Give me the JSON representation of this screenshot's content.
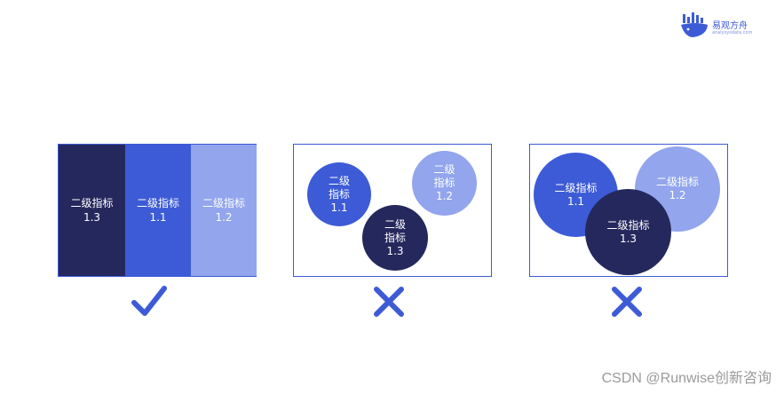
{
  "logo": {
    "name": "易观方舟",
    "subtitle": "analysysdata.com"
  },
  "colors": {
    "dark": "#25285c",
    "mid": "#3d5bd6",
    "light": "#92a5ed",
    "mark": "#3d5bd6"
  },
  "panel_good": {
    "strips": [
      {
        "line1": "二级指标",
        "line2": "1.3"
      },
      {
        "line1": "二级指标",
        "line2": "1.1"
      },
      {
        "line1": "二级指标",
        "line2": "1.2"
      }
    ],
    "verdict": "check-icon"
  },
  "panel_bad_separate": {
    "bubbles": [
      {
        "line1": "二级",
        "line2": "指标",
        "line3": "1.1"
      },
      {
        "line1": "二级",
        "line2": "指标",
        "line3": "1.2"
      },
      {
        "line1": "二级",
        "line2": "指标",
        "line3": "1.3"
      }
    ],
    "verdict": "cross-icon"
  },
  "panel_bad_overlap": {
    "bubbles": [
      {
        "line1": "二级指标",
        "line2": "1.1"
      },
      {
        "line1": "二级指标",
        "line2": "1.2"
      },
      {
        "line1": "二级指标",
        "line2": "1.3"
      }
    ],
    "verdict": "cross-icon"
  },
  "watermark": "CSDN @Runwise创新咨询"
}
